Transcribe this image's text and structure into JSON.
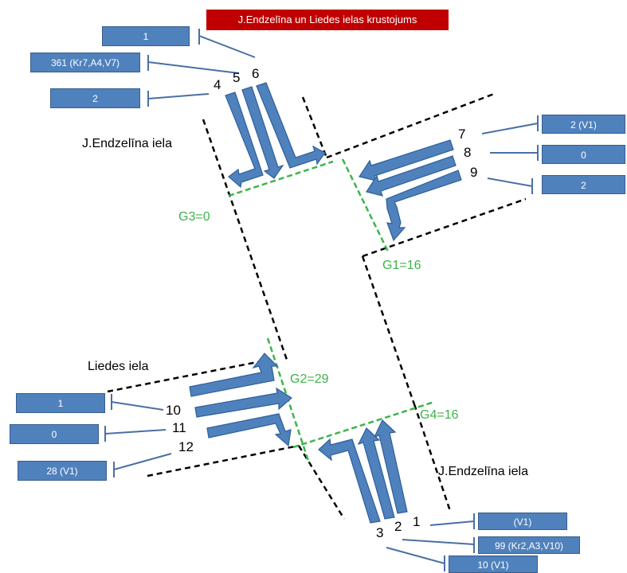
{
  "title": "J.Endzelīna un Liedes ielas krustojums",
  "streets": {
    "endzelina_top": "J.Endzelīna iela",
    "liedes": "Liedes iela",
    "endzelina_bottom": "J.Endzelīna iela"
  },
  "gates": {
    "g1": "G1=16",
    "g2": "G2=29",
    "g3": "G3=0",
    "g4": "G4=16"
  },
  "lanes": {
    "l1": "1",
    "l2": "2",
    "l3": "3",
    "l4": "4",
    "l5": "5",
    "l6": "6",
    "l7": "7",
    "l8": "8",
    "l9": "9",
    "l10": "10",
    "l11": "11",
    "l12": "12"
  },
  "counts": {
    "c6": "1",
    "c5": "361 (Kr7,A4,V7)",
    "c4": "2",
    "c7": "2 (V1)",
    "c8": "0",
    "c9": "2",
    "c10": "1",
    "c11": "0",
    "c12": "28 (V1)",
    "c1": "(V1)",
    "c2": "99 (Kr2,A3,V10)",
    "c3": "10 (V1)"
  },
  "colors": {
    "title_bg": "#c00000",
    "box_fill": "#4f81bd",
    "arrow_fill": "#4f81bd",
    "gate_line": "#3cb44b",
    "road_edge": "#000000"
  }
}
